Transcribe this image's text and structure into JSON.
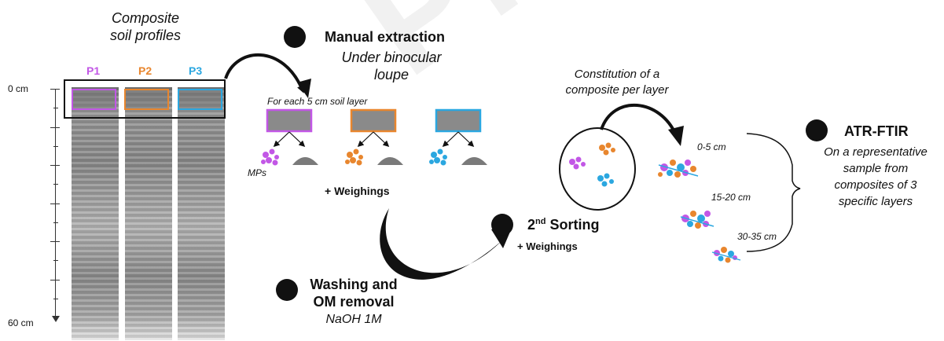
{
  "profiles": {
    "title_line1": "Composite",
    "title_line2": "soil profiles",
    "labels": [
      "P1",
      "P2",
      "P3"
    ],
    "colors": [
      "#c257e6",
      "#e8862e",
      "#2ba7e0"
    ],
    "depth_top": "0 cm",
    "depth_bottom": "60 cm"
  },
  "manual_extraction": {
    "title": "Manual extraction",
    "subtitle_line1": "Under binocular",
    "subtitle_line2": "loupe",
    "per_layer": "For each 5 cm soil layer",
    "mps_label": "MPs",
    "weighings": "+ Weighings"
  },
  "washing": {
    "title_line1": "Washing and",
    "title_line2": "OM removal",
    "subtitle": "NaOH 1M"
  },
  "composite": {
    "line1": "Constitution of a",
    "line2": "composite per layer"
  },
  "sorting": {
    "title_sup": "nd",
    "title_num": "2",
    "title_rest": " Sorting",
    "weighings": "+ Weighings"
  },
  "layers": [
    "0-5 cm",
    "15-20 cm",
    "30-35 cm"
  ],
  "atr": {
    "title": "ATR-FTIR",
    "line1": "On a representative",
    "line2": "sample from",
    "line3": "composites of 3",
    "line4": "specific layers"
  }
}
